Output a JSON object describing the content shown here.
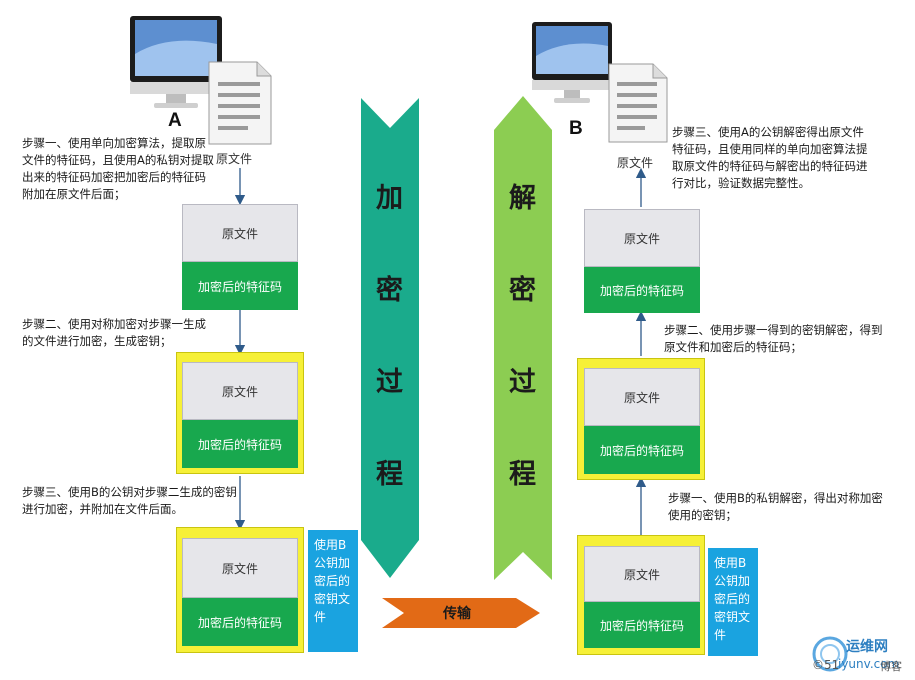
{
  "left": {
    "label": "A",
    "file_label": "原文件",
    "step1": "步骤一、使用单向加密算法，提取原文件的特征码，且使用A的私钥对提取出来的特征码加密把加密后的特征码附加在原文件后面；",
    "step2": "步骤二、使用对称加密对步骤一生成的文件进行加密，生成密钥；",
    "step3": "步骤三、使用B的公钥对步骤二生成的密钥进行加密，并附加在文件后面。",
    "card1": {
      "top": "原文件",
      "bottom": "加密后的特征码"
    },
    "card2": {
      "top": "原文件",
      "bottom": "加密后的特征码"
    },
    "card3": {
      "top": "原文件",
      "bottom": "加密后的特征码"
    },
    "key_box": "使用B公钥加密后的密钥文件"
  },
  "right": {
    "label": "B",
    "file_label": "原文件",
    "step1": "步骤一、使用B的私钥解密，得出对称加密使用的密钥；",
    "step2": "步骤二、使用步骤一得到的密钥解密，得到原文件和加密后的特征码；",
    "step3": "步骤三、使用A的公钥解密得出原文件特征码，且使用同样的单向加密算法提取原文件的特征码与解密出的特征码进行对比，验证数据完整性。",
    "card1": {
      "top": "原文件",
      "bottom": "加密后的特征码"
    },
    "card2": {
      "top": "原文件",
      "bottom": "加密后的特征码"
    },
    "card3": {
      "top": "原文件",
      "bottom": "加密后的特征码"
    },
    "key_box": "使用B公钥加密后的密钥文件"
  },
  "center": {
    "encrypt_chars": [
      "加",
      "密",
      "过",
      "程"
    ],
    "decrypt_chars": [
      "解",
      "密",
      "过",
      "程"
    ],
    "transfer_label": "传输"
  },
  "watermark": {
    "site": "运维网",
    "domain": "iyunv.com",
    "prefix": "©51",
    "suffix": "博客"
  },
  "colors": {
    "encrypt_band": "#1aab8c",
    "decrypt_band": "#8ccd52",
    "transfer": "#e26a16",
    "green_card": "#18a84e",
    "yellow_frame": "#f6f037",
    "blue_box": "#1aa3e0"
  }
}
